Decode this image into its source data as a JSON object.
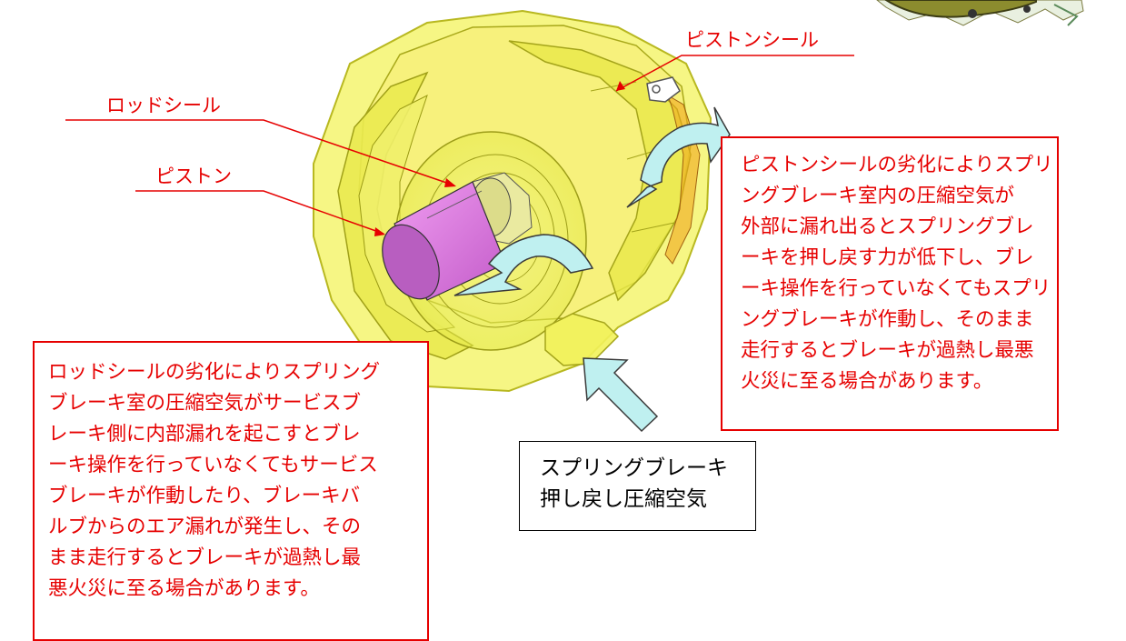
{
  "labels": {
    "piston_seal": "ピストンシール",
    "rod_seal": "ロッドシール",
    "piston": "ピストン"
  },
  "callouts": {
    "piston_seal_note": [
      "ピストンシールの劣化によりスプリ",
      "ングブレーキ室内の圧縮空気が",
      "外部に漏れ出るとスプリングブレ",
      "ーキを押し戻す力が低下し、ブレ",
      "ーキ操作を行っていなくてもスプリ",
      "ングブレーキが作動し、そのまま",
      "走行するとブレーキが過熱し最悪",
      "火災に至る場合があります。"
    ],
    "rod_seal_note": [
      "ロッドシールの劣化によりスプリング",
      "ブレーキ室の圧縮空気がサービスブ",
      "レーキ側に内部漏れを起こすとブレ",
      "ーキ操作を行っていなくてもサービス",
      "ブレーキが作動したり、ブレーキバ",
      "ルブからのエア漏れが発生し、その",
      "まま走行するとブレーキが過熱し最",
      "悪火災に至る場合があります。"
    ],
    "air_note": [
      "スプリングブレーキ",
      "押し戻し圧縮空気"
    ]
  },
  "colors": {
    "annotation_red": "#e60000",
    "housing_yellow": "#f2f25a",
    "piston_pink": "#e27ce6",
    "arrow_cyan": "#bff0f0"
  }
}
